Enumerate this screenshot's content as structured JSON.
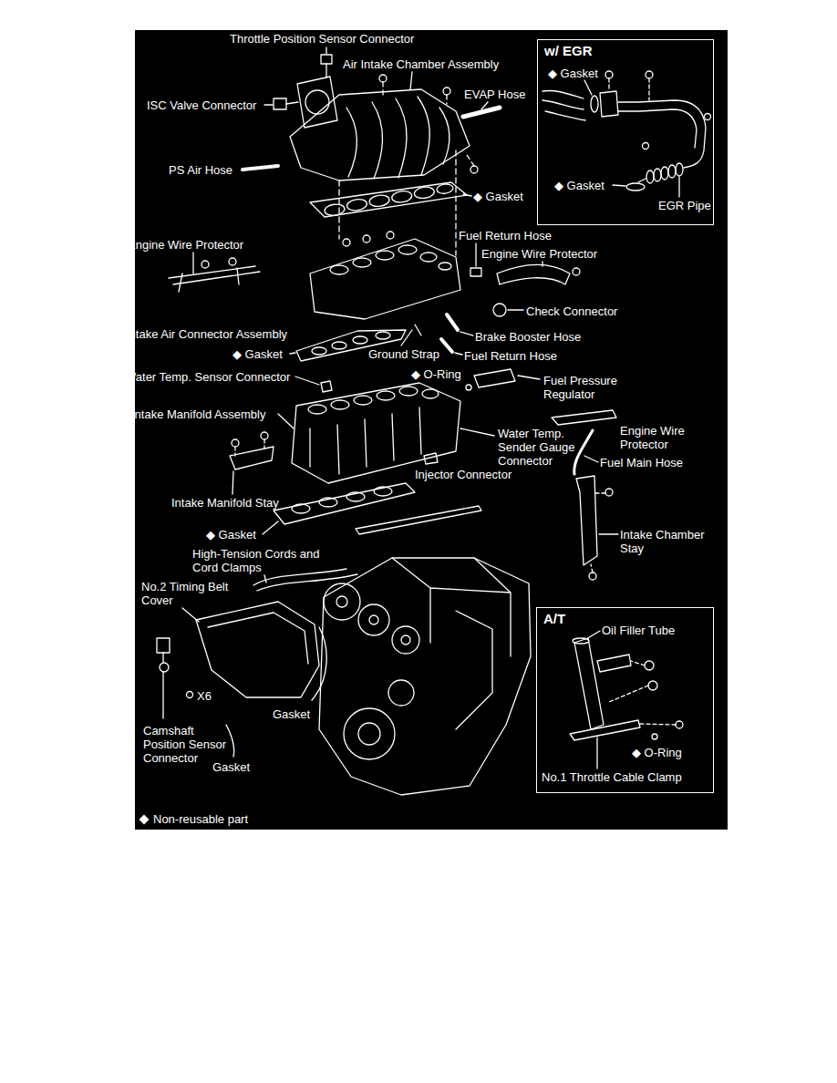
{
  "diagram": {
    "nodes": [
      {
        "text": [
          "w/ EGR"
        ]
      },
      {
        "text": [
          "A/T"
        ]
      }
    ],
    "labels": [
      "Throttle Position Sensor Connector",
      "Air Intake Chamber Assembly",
      "EVAP Hose",
      "ISC Valve Connector",
      "PS Air Hose",
      "◆ Gasket",
      "Fuel Return Hose",
      "Engine Wire Protector",
      "Engine Wire Protector",
      "Check Connector",
      "Intake Air Connector Assembly",
      "Brake Booster Hose",
      "◆ Gasket",
      "Ground Strap",
      "Fuel Return Hose",
      "Water Temp. Sensor Connector",
      "◆ O-Ring",
      "Fuel Pressure Regulator",
      "Intake Manifold Assembly",
      "Engine Wire Protector",
      "Water Temp. Sender Gauge Connector",
      "Fuel Main Hose",
      "Injector Connector",
      "Intake Manifold Stay",
      "Intake Chamber Stay",
      "◆ Gasket",
      "High-Tension Cords and Cord Clamps",
      "No.2 Timing Belt Cover",
      "X6",
      "Gasket",
      "Camshaft Position Sensor Connector",
      "Gasket",
      "◆ Gasket",
      "◆ Gasket",
      "EGR Pipe",
      "Oil Filler Tube",
      "◆ O-Ring",
      "No.1 Throttle Cable Clamp"
    ],
    "legend": [
      {
        "text": "Non-reusable part"
      }
    ]
  }
}
